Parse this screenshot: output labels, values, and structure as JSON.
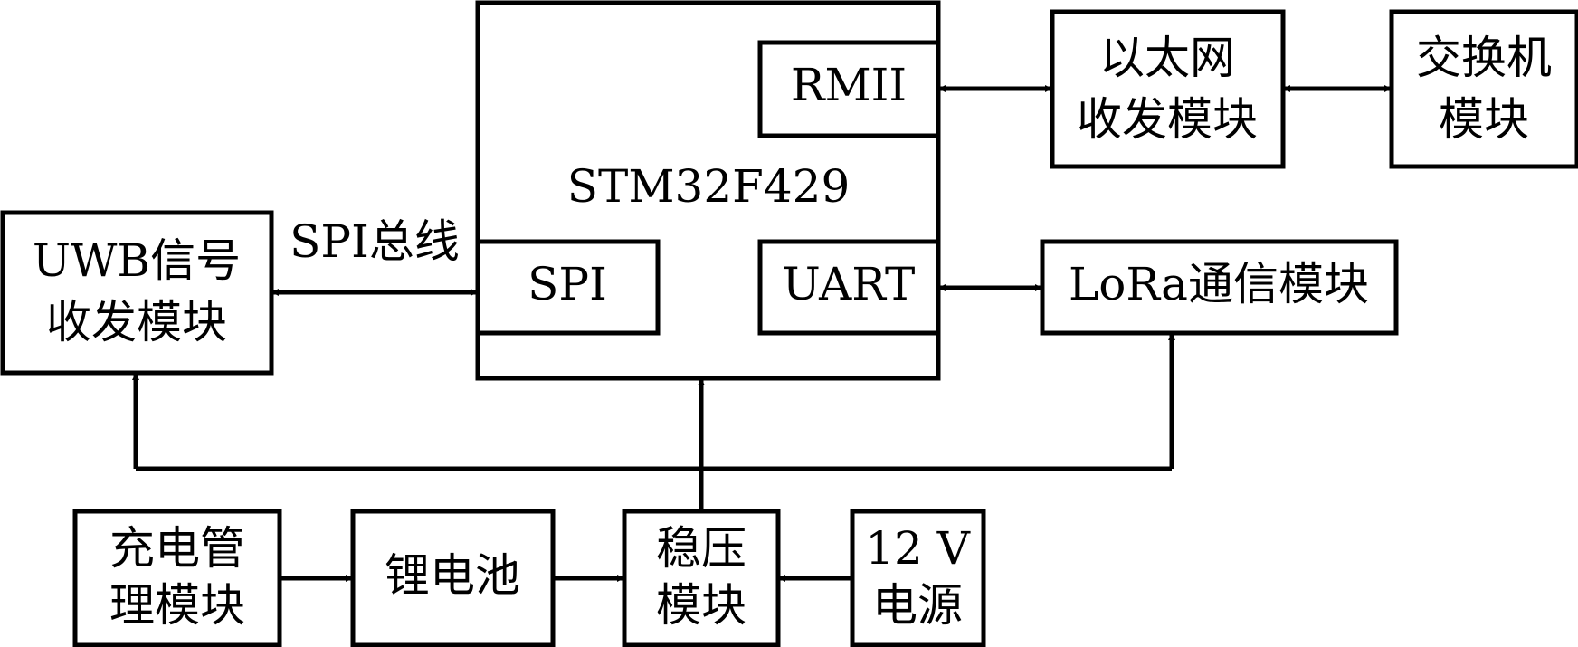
{
  "blocks": {
    "mcu": {
      "label": "STM32F429"
    },
    "rmii": {
      "label": "RMII"
    },
    "spi": {
      "label": "SPI"
    },
    "uart": {
      "label": "UART"
    },
    "ethernet": {
      "line1": "以太网",
      "line2": "收发模块"
    },
    "switch": {
      "line1": "交换机",
      "line2": "模块"
    },
    "uwb": {
      "line1": "UWB信号",
      "line2": "收发模块"
    },
    "lora": {
      "label": "LoRa通信模块"
    },
    "charge": {
      "line1": "充电管",
      "line2": "理模块"
    },
    "battery": {
      "label": "锂电池"
    },
    "regulator": {
      "line1": "稳压",
      "line2": "模块"
    },
    "power12v": {
      "line1": "12 V",
      "line2": "电源"
    }
  },
  "connections": {
    "spi_bus": {
      "label": "SPI总线"
    }
  }
}
